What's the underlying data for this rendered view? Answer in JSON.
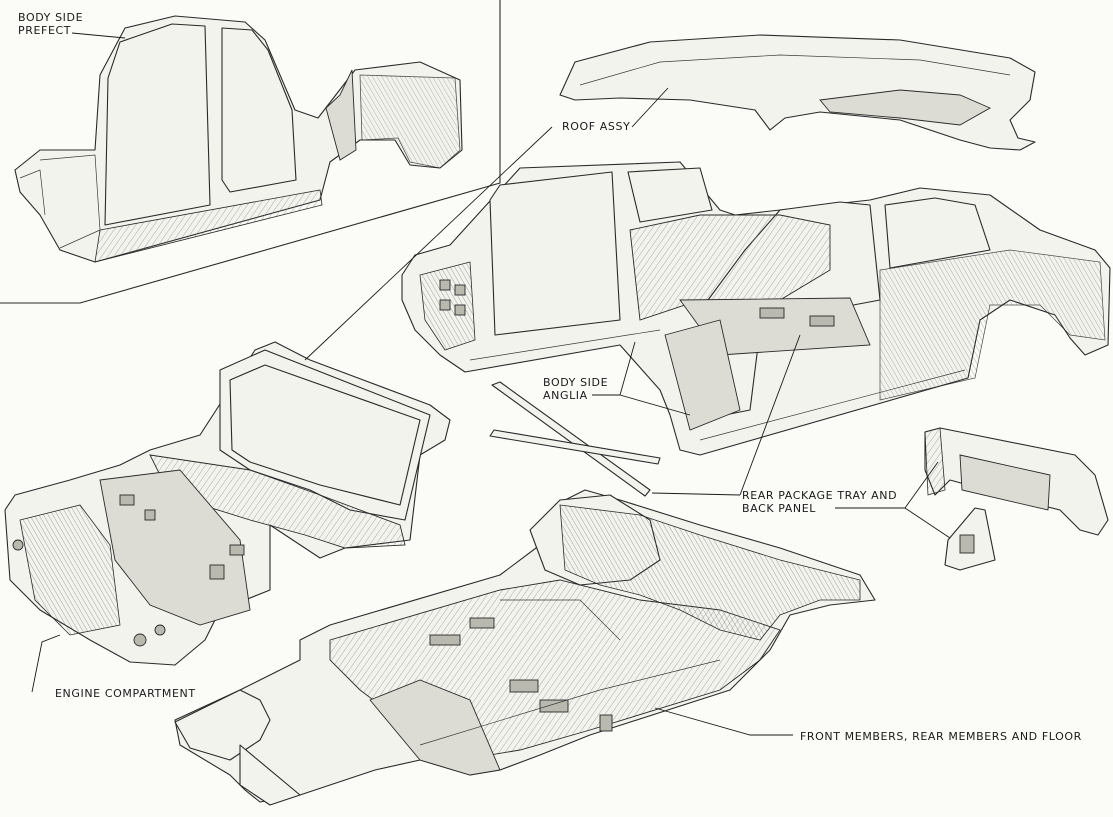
{
  "labels": {
    "body_side_prefect": "BODY SIDE\nPREFECT",
    "roof_assy": "ROOF ASSY",
    "body_side_anglia": "BODY SIDE\nANGLIA",
    "rear_package_tray": "REAR PACKAGE TRAY AND\nBACK PANEL",
    "engine_compartment": "ENGINE COMPARTMENT",
    "front_members_floor": "FRONT MEMBERS, REAR MEMBERS AND FLOOR"
  }
}
